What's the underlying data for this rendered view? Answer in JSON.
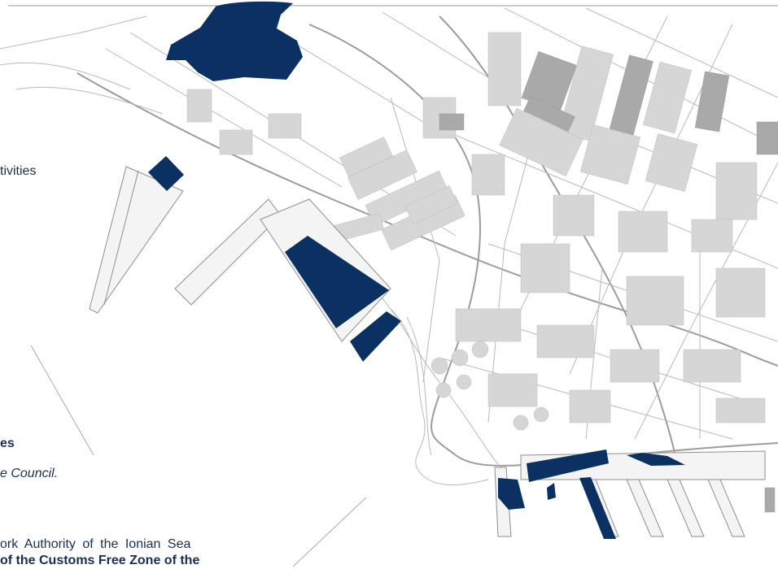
{
  "text_fragments": {
    "activities": "tivities",
    "bold_es": "es",
    "council": "e Council.",
    "authority_line": "ork Authority of the Ionian Sea",
    "customs_line": "of the Customs Free Zone of the"
  },
  "map": {
    "zone_color": "#0b3062",
    "zones": [
      "zone-north",
      "zone-west-square",
      "zone-central-pier",
      "zone-pier-tip",
      "zone-south-port",
      "zone-south-left",
      "zone-south-pier",
      "zone-east-strip"
    ]
  }
}
